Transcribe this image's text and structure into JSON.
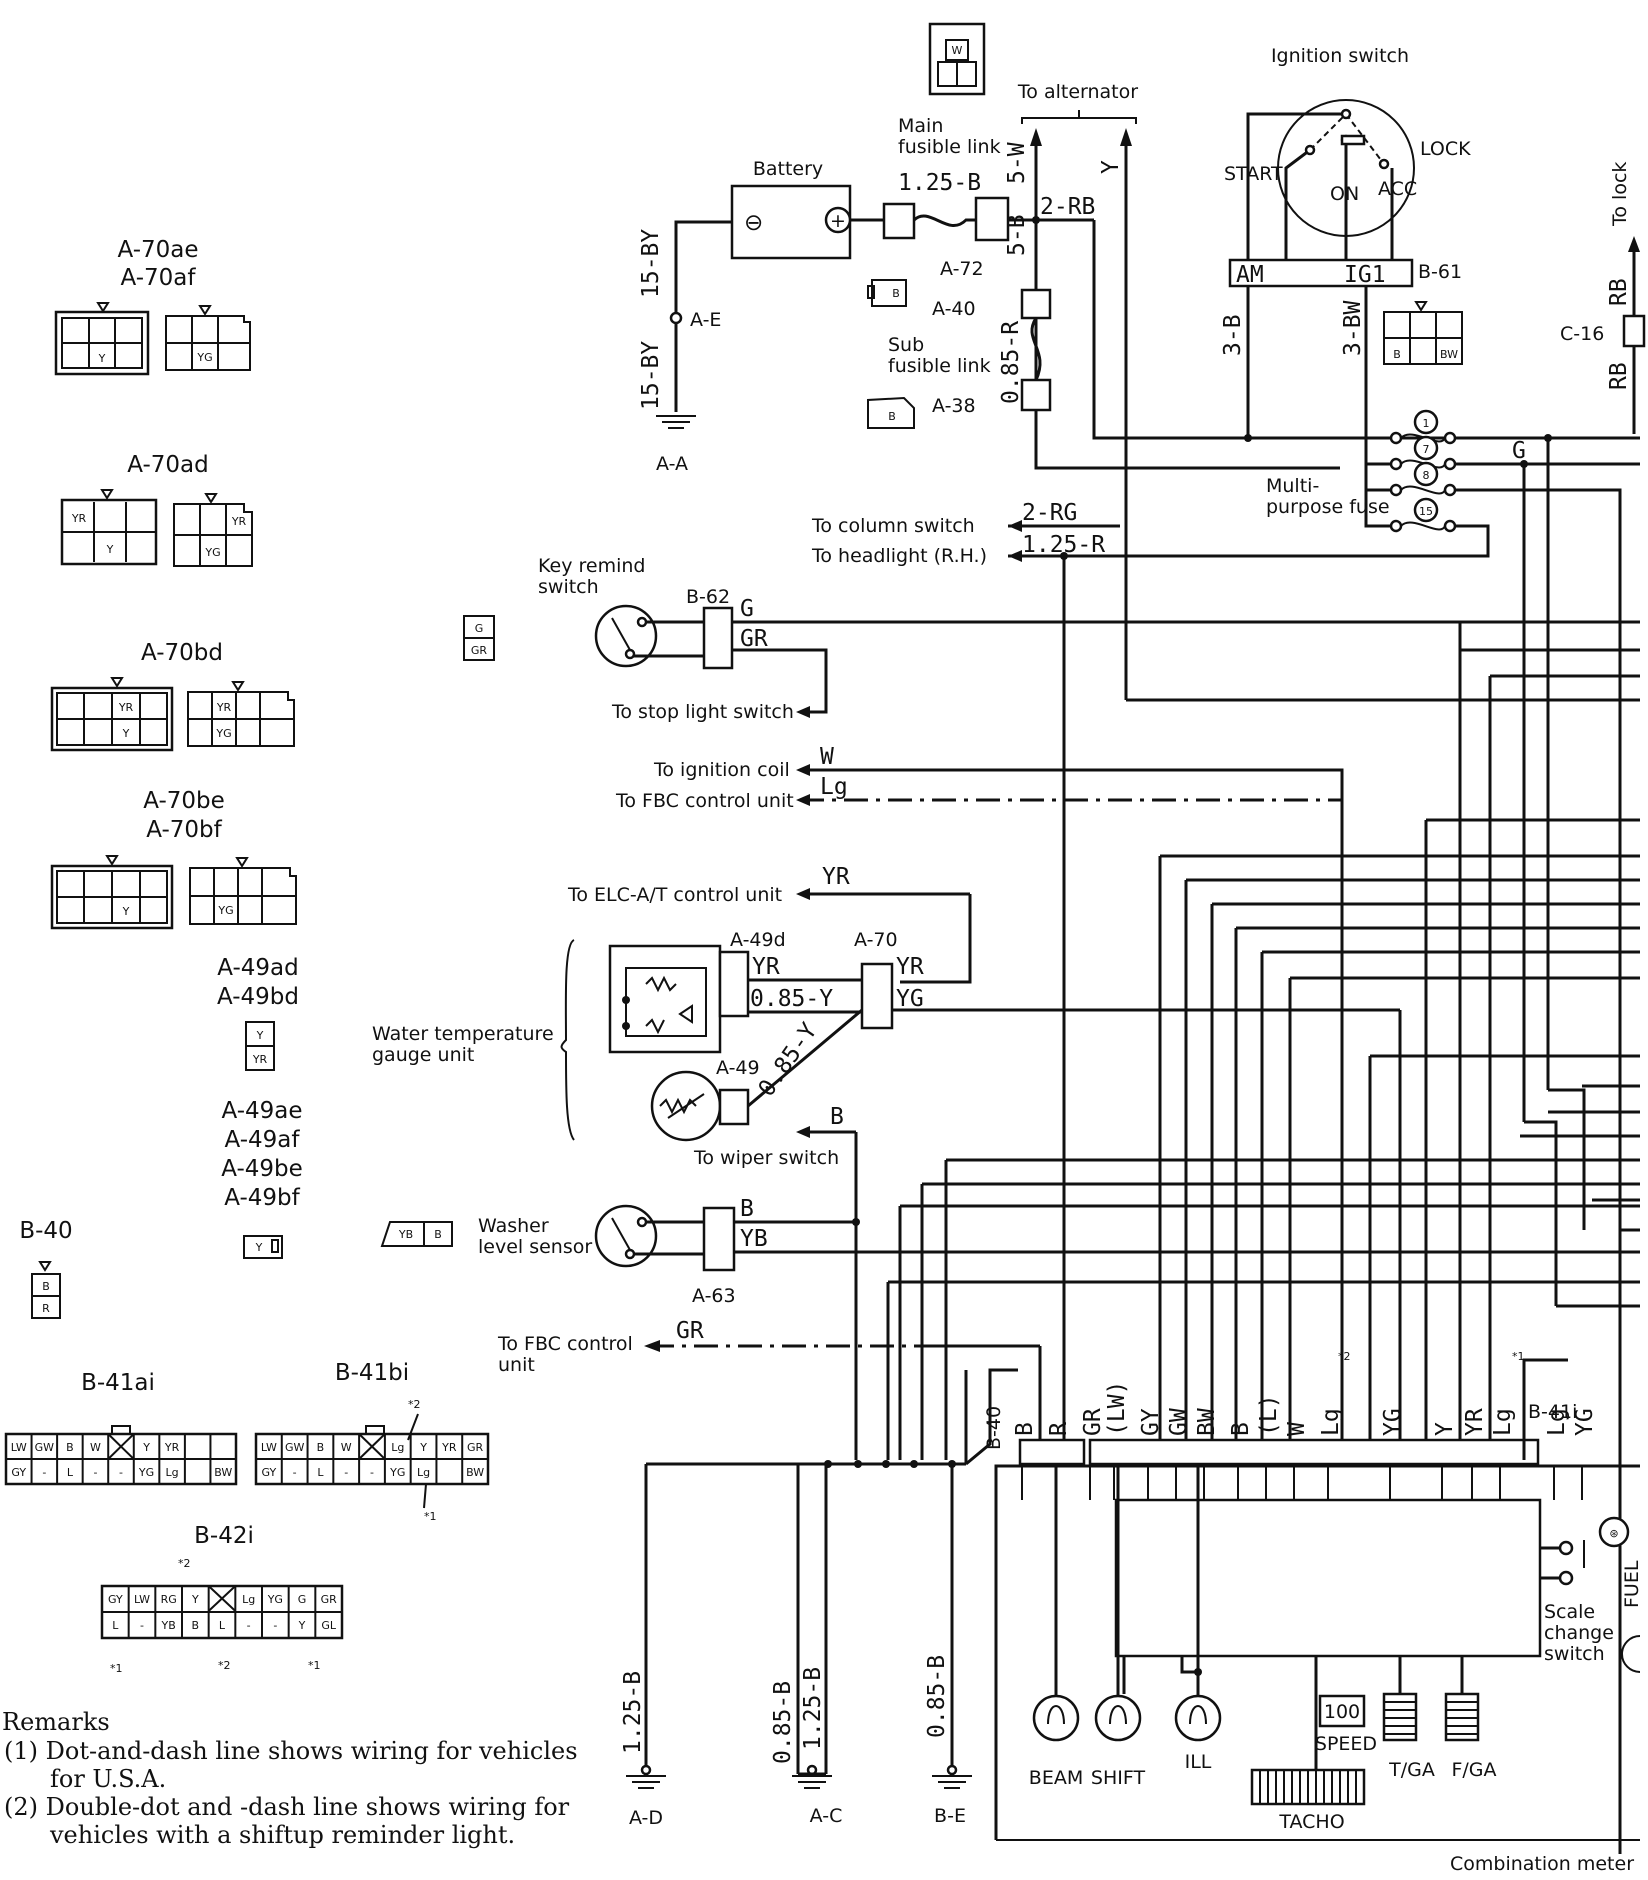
{
  "labels": {
    "connectors_left": [
      "A-70ae",
      "A-70af",
      "A-70ad",
      "A-70bd",
      "A-70be",
      "A-70bf",
      "A-49ad",
      "A-49bd",
      "A-49ae",
      "A-49af",
      "A-49be",
      "A-49bf",
      "B-40",
      "B-41ai",
      "B-41bi",
      "B-42i"
    ],
    "battery": "Battery",
    "main_fusible_link": [
      "Main",
      "fusible link"
    ],
    "to_alternator": "To alternator",
    "ignition_switch": "Ignition switch",
    "start": "START",
    "on": "ON",
    "acc": "ACC",
    "lock": "LOCK",
    "am": "AM",
    "ig1": "IG1",
    "b61": "B-61",
    "to_lock": "To lock",
    "c16": "C-16",
    "sub_fusible_link": [
      "Sub",
      "fusible link"
    ],
    "a72": "A-72",
    "a40": "A-40",
    "a38": "A-38",
    "ae": "A-E",
    "aa": "A-A",
    "multi_purpose_fuse": [
      "Multi-",
      "purpose fuse"
    ],
    "fuse_numbers": [
      "1",
      "7",
      "8",
      "15"
    ],
    "to_column_switch": "To column switch",
    "to_headlight": "To headlight (R.H.)",
    "key_remind_switch": [
      "Key remind",
      "switch"
    ],
    "b62": "B-62",
    "to_stop_light_switch": "To stop light switch",
    "to_ignition_coil": "To ignition coil",
    "to_fbc_control_unit": "To FBC control unit",
    "to_elc": "To ELC-A/T control unit",
    "a49d": "A-49d",
    "a70": "A-70",
    "a49": "A-49",
    "water_temp": [
      "Water temperature",
      "gauge unit"
    ],
    "to_wiper_switch": "To wiper switch",
    "washer_level_sensor": [
      "Washer",
      "level sensor"
    ],
    "a63": "A-63",
    "to_fbc_control_unit_2": [
      "To FBC control",
      "unit"
    ],
    "ad": "A-D",
    "ac": "A-C",
    "be": "B-E",
    "b40": "B-40",
    "b41i": "B-41i",
    "meter_items": [
      "BEAM",
      "SHIFT",
      "ILL",
      "SPEED",
      "T/GA",
      "F/GA",
      "TACHO",
      "FUEL"
    ],
    "scale_change_switch": [
      "Scale",
      "change",
      "switch"
    ],
    "combination_meter": "Combination meter",
    "speed_display": "100"
  },
  "wire_codes": {
    "w15by_v": "15-BY",
    "w15by_v2": "15-BY",
    "w125b_top": "1.25-B",
    "w5w": "5-W",
    "w5b": "5-B",
    "w2rb": "2-RB",
    "wY_alt": "Y",
    "w085r": "0.85-R",
    "w3b": "3-B",
    "w3bw": "3-BW",
    "wRB1": "RB",
    "wRB2": "RB",
    "w2rg": "2-RG",
    "w125r": "1.25-R",
    "wG_fuse": "G",
    "wG": "G",
    "wGR": "GR",
    "wW": "W",
    "wLg": "Lg",
    "wYR_elc": "YR",
    "wYR_49d": "YR",
    "wYR_70": "YR",
    "wYG_70": "YG",
    "w085y_h": "0.85-Y",
    "w085y_d": "0.85-Y",
    "wB_wiper": "B",
    "wB_63": "B",
    "wYB_63": "YB",
    "wGR_fbc": "GR",
    "w125b_ad": "1.25-B",
    "w085b_ac": "0.85-B",
    "w125b_ac": "1.25-B",
    "w085b_be": "0.85-B"
  },
  "meter_pins": [
    "B",
    "R",
    "GR",
    "(LW)",
    "GY",
    "GW",
    "BW",
    "B",
    "(L)",
    "W",
    "Lg",
    "YG",
    "Y",
    "YR",
    "Lg",
    "Lg",
    "YG"
  ],
  "pin_notes": [
    "*2",
    "*1"
  ],
  "connector_cells": {
    "a70ae": "Y",
    "a70af": "YG",
    "a70ad_male": [
      "YR",
      "Y"
    ],
    "a70ad_female": [
      "YR",
      "YG"
    ],
    "a70bd_male": [
      "YR",
      "Y"
    ],
    "a70bd_female": [
      "YR",
      "YG"
    ],
    "a70be": "Y",
    "a70bf": "YG",
    "a49_top": "Y",
    "a49_bottom": "YR",
    "a49ae": "Y",
    "b40_top": "B",
    "b40_bottom": "R",
    "b62_top": "G",
    "b62_bottom": "GR",
    "a63": [
      "YB",
      "B"
    ],
    "main_link": "W",
    "a40": "B",
    "a38": "B",
    "b61": [
      "B",
      "BW"
    ],
    "b41ai_top": [
      "LW",
      "GW",
      "B",
      "W",
      "",
      "Y",
      "YR"
    ],
    "b41ai_bottom": [
      "GY",
      "-",
      "L",
      "-",
      "-",
      "YG",
      "Lg",
      "",
      "BW"
    ],
    "b41bi_top": [
      "LW",
      "GW",
      "B",
      "W",
      "",
      "Lg",
      "Y",
      "YR",
      "GR"
    ],
    "b41bi_bottom": [
      "GY",
      "-",
      "L",
      "-",
      "-",
      "YG",
      "Lg",
      "",
      "BW"
    ],
    "b42i_top": [
      "GY",
      "LW",
      "RG",
      "Y",
      "",
      "Lg",
      "YG",
      "G",
      "GR"
    ],
    "b42i_bottom": [
      "L",
      "-",
      "YB",
      "B",
      "L",
      "-",
      "-",
      "Y",
      "GL"
    ]
  },
  "remarks": {
    "title": "Remarks",
    "items": [
      "(1)  Dot-and-dash line shows wiring for vehicles",
      "for U.S.A.",
      "(2)  Double-dot and -dash line shows wiring for",
      "vehicles with a shiftup reminder light."
    ]
  }
}
